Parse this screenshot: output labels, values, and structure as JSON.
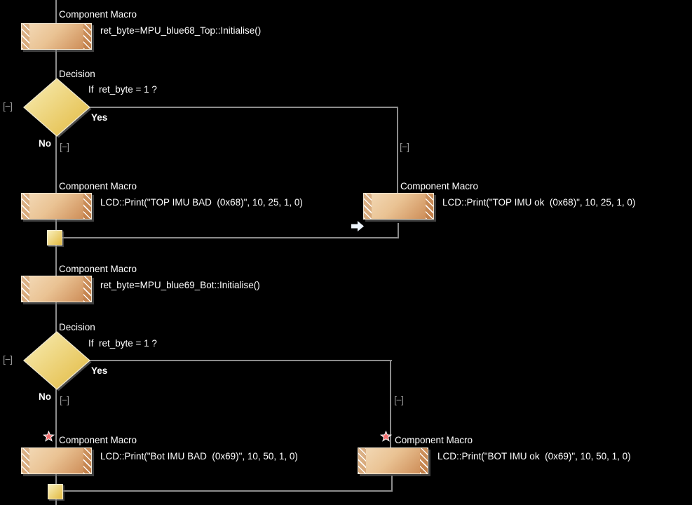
{
  "flowchart": {
    "macro_init_top": {
      "label": "Component Macro",
      "text": "ret_byte=MPU_blue68_Top::Initialise()"
    },
    "decision_top": {
      "label": "Decision",
      "condition": "If  ret_byte = 1 ?",
      "yes_label": "Yes",
      "no_label": "No"
    },
    "macro_top_bad": {
      "label": "Component Macro",
      "text": "LCD::Print(\"TOP IMU BAD  (0x68)\", 10, 25, 1, 0)"
    },
    "macro_top_ok": {
      "label": "Component Macro",
      "text": "LCD::Print(\"TOP IMU ok  (0x68)\", 10, 25, 1, 0)"
    },
    "macro_init_bot": {
      "label": "Component Macro",
      "text": "ret_byte=MPU_blue69_Bot::Initialise()"
    },
    "decision_bot": {
      "label": "Decision",
      "condition": "If  ret_byte = 1 ?",
      "yes_label": "Yes",
      "no_label": "No"
    },
    "macro_bot_bad": {
      "label": "Component Macro",
      "text": "LCD::Print(\"Bot IMU BAD  (0x69)\", 10, 50, 1, 0)"
    },
    "macro_bot_ok": {
      "label": "Component Macro",
      "text": "LCD::Print(\"BOT IMU ok  (0x69)\", 10, 50, 1, 0)"
    }
  },
  "icons": {
    "collapse_glyph": "[−]"
  },
  "colors": {
    "background": "#000000",
    "box_light": "#f4dcba",
    "box_dark": "#c9854f",
    "diamond_light": "#f8eeb6",
    "diamond_dark": "#e2b940",
    "flow_line": "#8c8c8c",
    "breakpoint_star": "#f26d6d",
    "text": "#ffffff"
  }
}
